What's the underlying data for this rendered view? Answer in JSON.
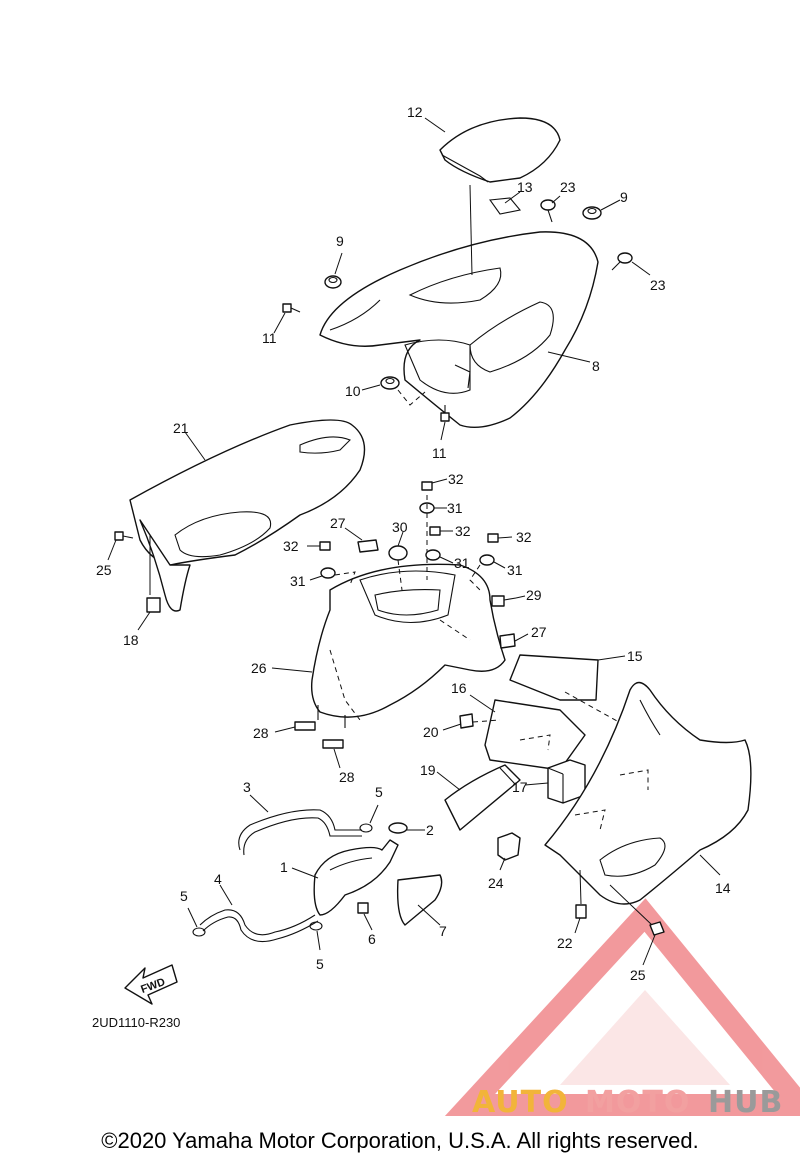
{
  "diagram": {
    "callouts": [
      "1",
      "2",
      "3",
      "4",
      "5",
      "5",
      "5",
      "6",
      "7",
      "8",
      "9",
      "9",
      "10",
      "11",
      "11",
      "12",
      "13",
      "14",
      "15",
      "16",
      "17",
      "18",
      "19",
      "20",
      "21",
      "22",
      "23",
      "23",
      "24",
      "25",
      "25",
      "26",
      "27",
      "27",
      "28",
      "28",
      "29",
      "30",
      "31",
      "31",
      "31",
      "31",
      "32",
      "32",
      "32",
      "32"
    ],
    "drawing_code": "2UD1110-R230",
    "fwd_label": "FWD"
  },
  "watermark": {
    "text_part1": "AUTO",
    "text_part2": "MOTO",
    "text_part3": "HUB",
    "colors": {
      "triangle": "#e8474c",
      "auto": "#f2b43a",
      "moto": "#f2a0a0",
      "hub": "#9a9a9a"
    }
  },
  "footer": {
    "copyright": "©2020 Yamaha Motor Corporation, U.S.A. All rights reserved."
  }
}
